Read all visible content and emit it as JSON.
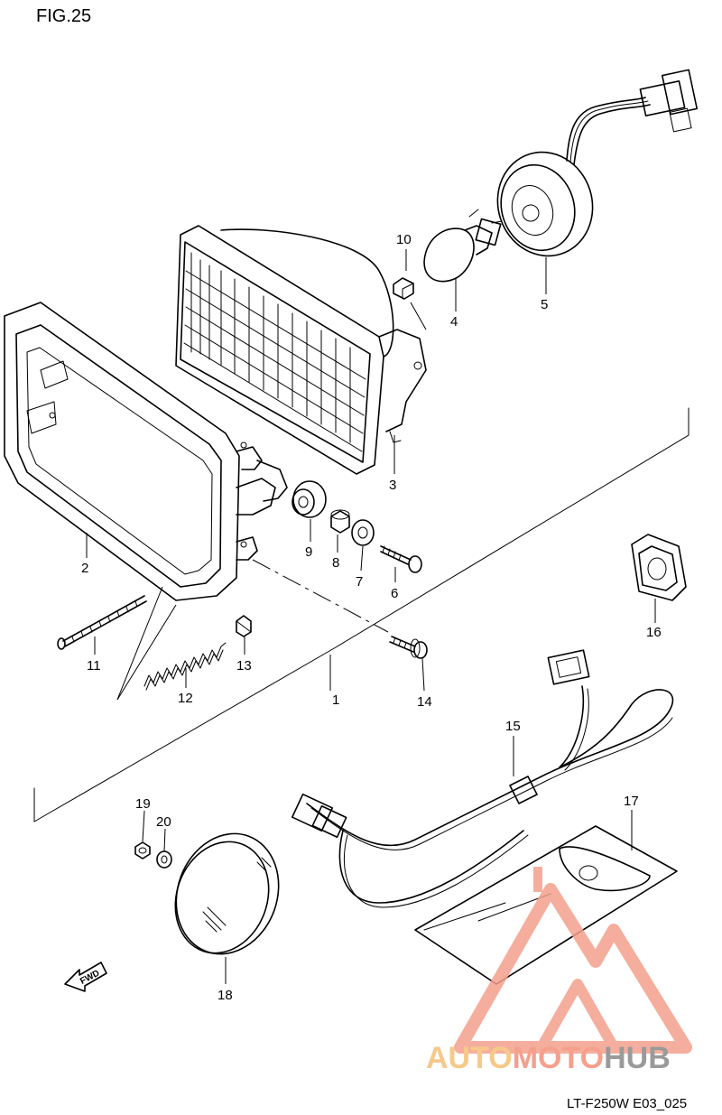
{
  "figure": {
    "title": "FIG.25",
    "footer_code": "LT-F250W E03_025"
  },
  "fwd_marker": "FWD",
  "watermark": {
    "brand_part1": "AUTO",
    "brand_part2": "MOTO",
    "brand_part3": "HUB",
    "color_primary": "#f4a08c",
    "color_secondary": "#f6c98a",
    "color_tertiary": "#9a9a9a"
  },
  "parts": [
    {
      "id": "part-1",
      "label": "1"
    },
    {
      "id": "part-2",
      "label": "2"
    },
    {
      "id": "part-3",
      "label": "3"
    },
    {
      "id": "part-4",
      "label": "4"
    },
    {
      "id": "part-5",
      "label": "5"
    },
    {
      "id": "part-6",
      "label": "6"
    },
    {
      "id": "part-7",
      "label": "7"
    },
    {
      "id": "part-8",
      "label": "8"
    },
    {
      "id": "part-9",
      "label": "9"
    },
    {
      "id": "part-10",
      "label": "10"
    },
    {
      "id": "part-11",
      "label": "11"
    },
    {
      "id": "part-12",
      "label": "12"
    },
    {
      "id": "part-13",
      "label": "13"
    },
    {
      "id": "part-14",
      "label": "14"
    },
    {
      "id": "part-15",
      "label": "15"
    },
    {
      "id": "part-16",
      "label": "16"
    },
    {
      "id": "part-17",
      "label": "17"
    },
    {
      "id": "part-18",
      "label": "18"
    },
    {
      "id": "part-19",
      "label": "19"
    },
    {
      "id": "part-20",
      "label": "20"
    }
  ]
}
